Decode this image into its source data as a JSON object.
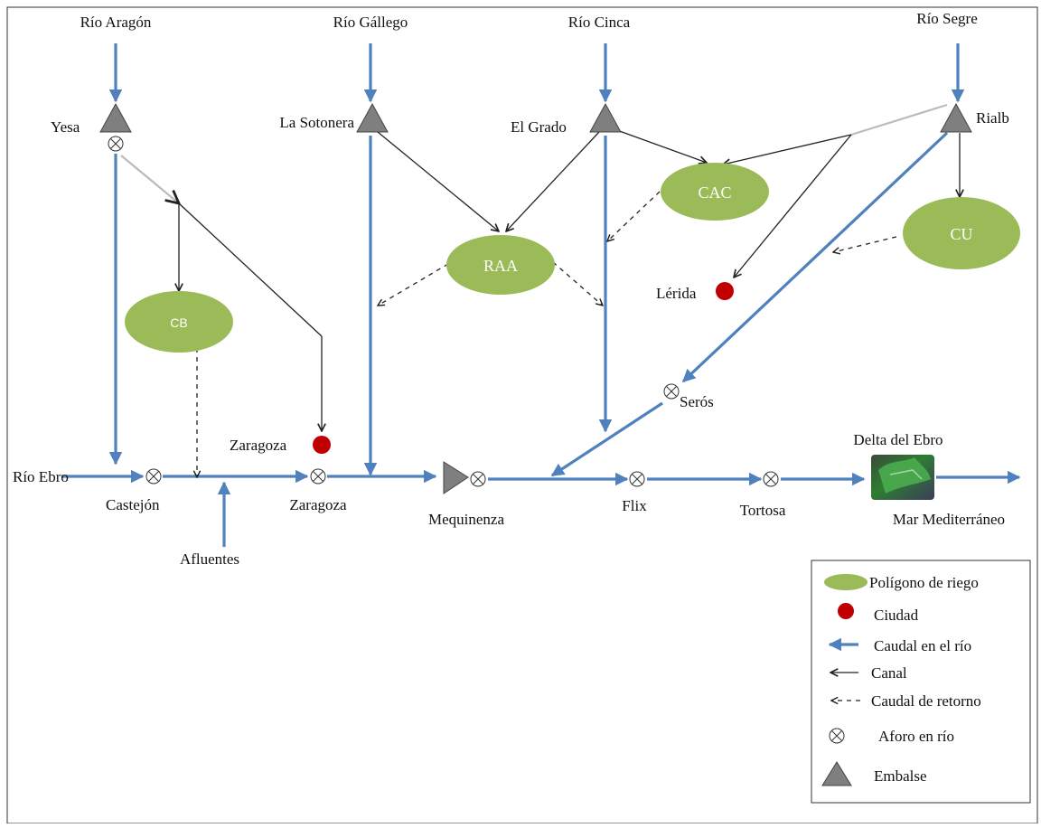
{
  "colors": {
    "river": "#4f81bd",
    "canal": "#222222",
    "canal_light": "#bbbbbb",
    "irrigation": "#9bbb59",
    "city": "#c00000",
    "reservoir": "#7f7f7f"
  },
  "rivers": {
    "aragon": "Río Aragón",
    "gallego": "Río Gállego",
    "cinca": "Río Cinca",
    "segre": "Río Segre",
    "ebro": "Río Ebro"
  },
  "reservoirs": {
    "yesa": "Yesa",
    "sotonera": "La Sotonera",
    "grado": "El Grado",
    "rialb": "Rialb"
  },
  "irrigation": {
    "cb": "CB",
    "raa": "RAA",
    "cac": "CAC",
    "cu": "CU"
  },
  "cities": {
    "lerida": "Lérida",
    "zaragoza": "Zaragoza"
  },
  "gauges": {
    "castejon": "Castejón",
    "zaragoza": "Zaragoza",
    "mequinenza": "Mequinenza",
    "flix": "Flix",
    "tortosa": "Tortosa",
    "seros": "Serós"
  },
  "other": {
    "afluentes": "Afluentes",
    "delta": "Delta del Ebro",
    "mar": "Mar Mediterráneo"
  },
  "legend": {
    "irrigation": "Polígono de riego",
    "city": "Ciudad",
    "river_flow": "Caudal en el río",
    "canal": "Canal",
    "return_flow": "Caudal de retorno",
    "gauge": "Aforo en río",
    "reservoir": "Embalse"
  }
}
